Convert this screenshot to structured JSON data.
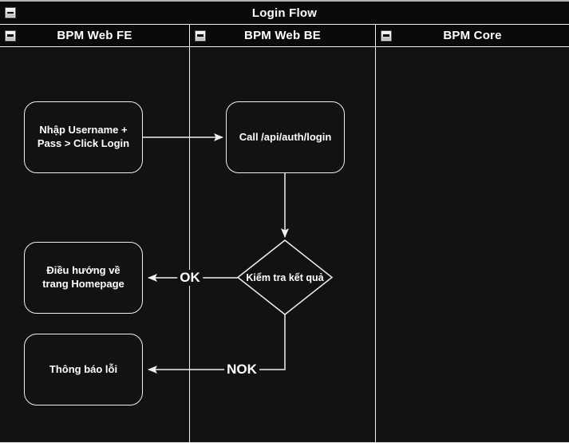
{
  "pool": {
    "title": "Login Flow"
  },
  "lanes": [
    {
      "label": "BPM Web FE"
    },
    {
      "label": "BPM Web BE"
    },
    {
      "label": "BPM Core"
    }
  ],
  "nodes": {
    "fe_login": {
      "label": "Nhập Username + Pass > Click Login"
    },
    "be_call": {
      "label": "Call /api/auth/login"
    },
    "decision": {
      "label": "Kiểm tra kết quả"
    },
    "fe_home": {
      "label": "Điều hướng về trang Homepage"
    },
    "fe_error": {
      "label": "Thông báo lỗi"
    }
  },
  "edges": {
    "ok_label": "OK",
    "nok_label": "NOK"
  },
  "colors": {
    "background": "#121212",
    "header_background": "#0a0a0a",
    "stroke": "#f0f0f0",
    "text": "#ffffff",
    "canvas_edge": "#b3b3b3"
  }
}
